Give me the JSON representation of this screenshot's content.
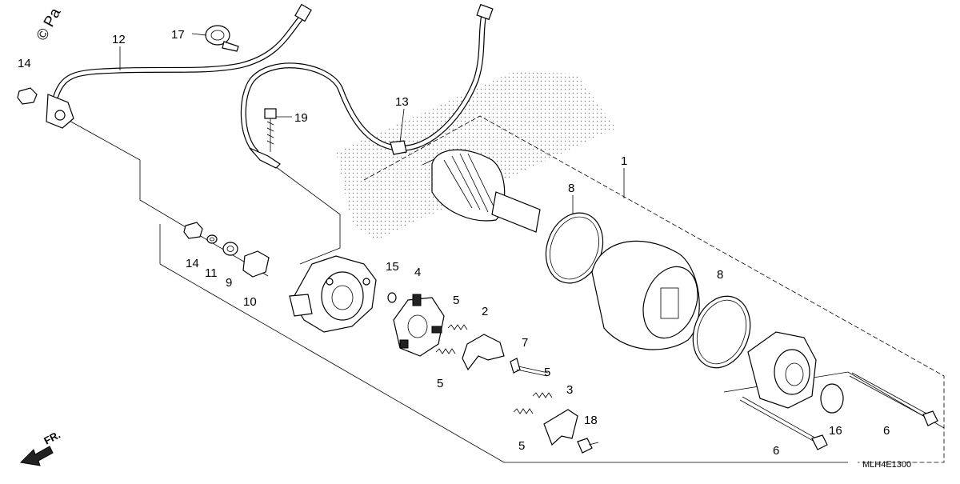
{
  "diagram": {
    "watermark": "© Pa",
    "drawing_code": "MLH4E1300",
    "direction_label": "FR.",
    "callouts": [
      "1",
      "2",
      "3",
      "4",
      "5",
      "5",
      "5",
      "5",
      "6",
      "6",
      "7",
      "8",
      "8",
      "9",
      "10",
      "11",
      "12",
      "13",
      "14",
      "14",
      "15",
      "16",
      "17",
      "18",
      "19"
    ]
  }
}
